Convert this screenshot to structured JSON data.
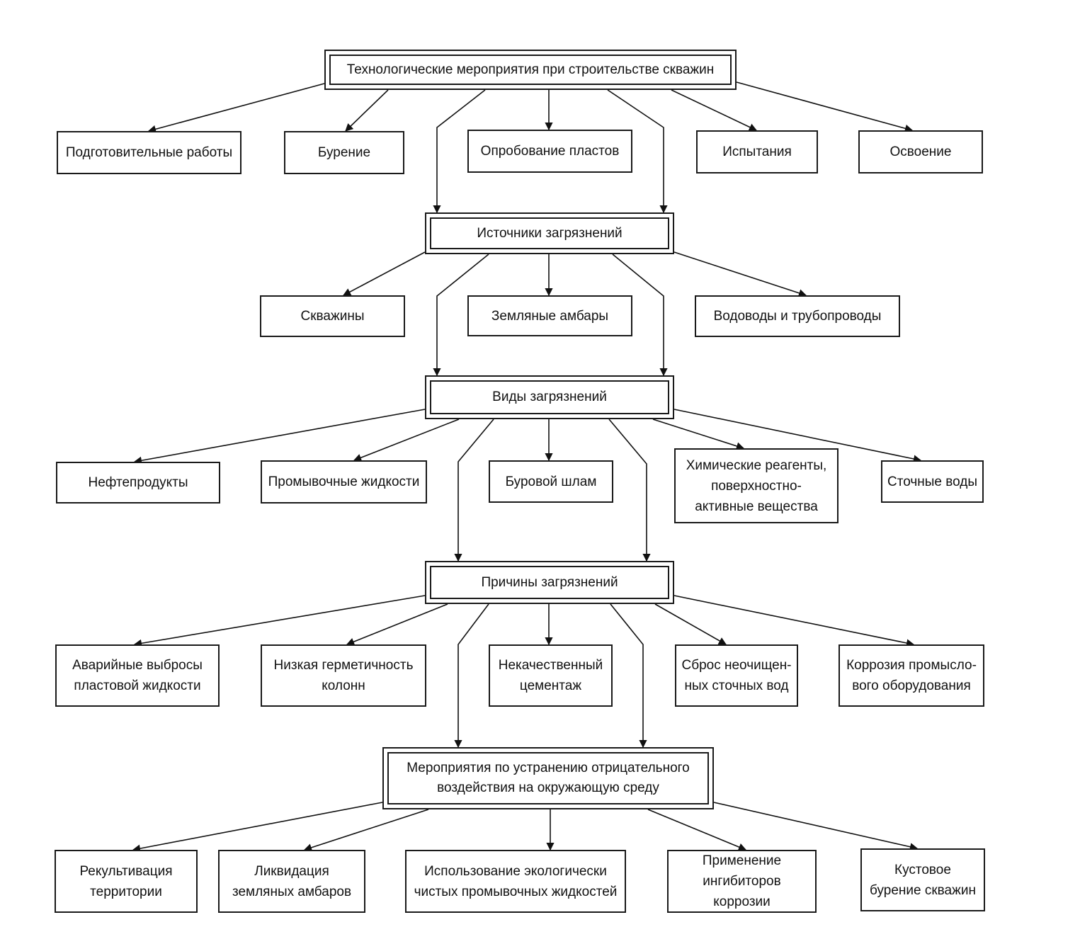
{
  "level1": {
    "main": "Технологические мероприятия при строительстве скважин",
    "items": [
      "Подготовительные работы",
      "Бурение",
      "Опробование пластов",
      "Испытания",
      "Освоение"
    ]
  },
  "level2": {
    "main": "Источники загрязнений",
    "items": [
      "Скважины",
      "Земляные амбары",
      "Водоводы и трубопроводы"
    ]
  },
  "level3": {
    "main": "Виды загрязнений",
    "items": [
      "Нефтепродукты",
      "Промывочные жидкости",
      "Буровой шлам",
      "Химические реагенты,\nповерхностно-\nактивные вещества",
      "Сточные воды"
    ]
  },
  "level4": {
    "main": "Причины загрязнений",
    "items": [
      "Аварийные выбросы\nпластовой жидкости",
      "Низкая герметичность\nколонн",
      "Некачественный\nцементаж",
      "Сброс неочищен-\nных сточных вод",
      "Коррозия промысло-\nвого оборудования"
    ]
  },
  "level5": {
    "main": "Мероприятия по устранению отрицательного\nвоздействия на окружающую среду",
    "items": [
      "Рекультивация\nтерритории",
      "Ликвидация\nземляных амбаров",
      "Использование экологически\nчистых промывочных жидкостей",
      "Применение\nингибиторов коррозии",
      "Кустовое\nбурение скважин"
    ]
  }
}
